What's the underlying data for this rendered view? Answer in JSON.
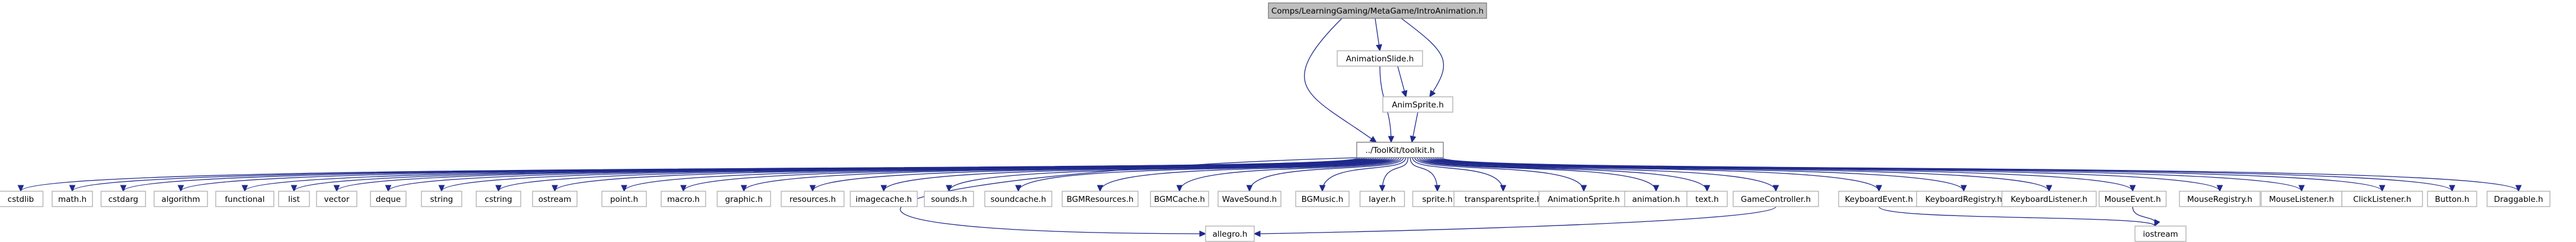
{
  "diagram": {
    "type": "include-dependency-graph",
    "root": "Comps/LearningGaming/MetaGame/IntroAnimation.h",
    "level1": [
      "AnimationSlide.h"
    ],
    "level2": [
      "AnimSprite.h"
    ],
    "hub": "../ToolKit/toolkit.h",
    "includes": [
      "cstdlib",
      "math.h",
      "cstdarg",
      "algorithm",
      "functional",
      "list",
      "vector",
      "deque",
      "string",
      "cstring",
      "ostream",
      "point.h",
      "macro.h",
      "graphic.h",
      "resources.h",
      "imagecache.h",
      "sounds.h",
      "soundcache.h",
      "BGMResources.h",
      "BGMCache.h",
      "WaveSound.h",
      "BGMusic.h",
      "layer.h",
      "sprite.h",
      "transparentsprite.h",
      "AnimationSprite.h",
      "animation.h",
      "text.h",
      "GameController.h",
      "KeyboardEvent.h",
      "KeyboardRegistry.h",
      "KeyboardListener.h",
      "MouseEvent.h",
      "MouseRegistry.h",
      "MouseListener.h",
      "ClickListener.h",
      "Button.h",
      "Draggable.h"
    ],
    "bottom": [
      "allegro.h",
      "iostream"
    ]
  }
}
